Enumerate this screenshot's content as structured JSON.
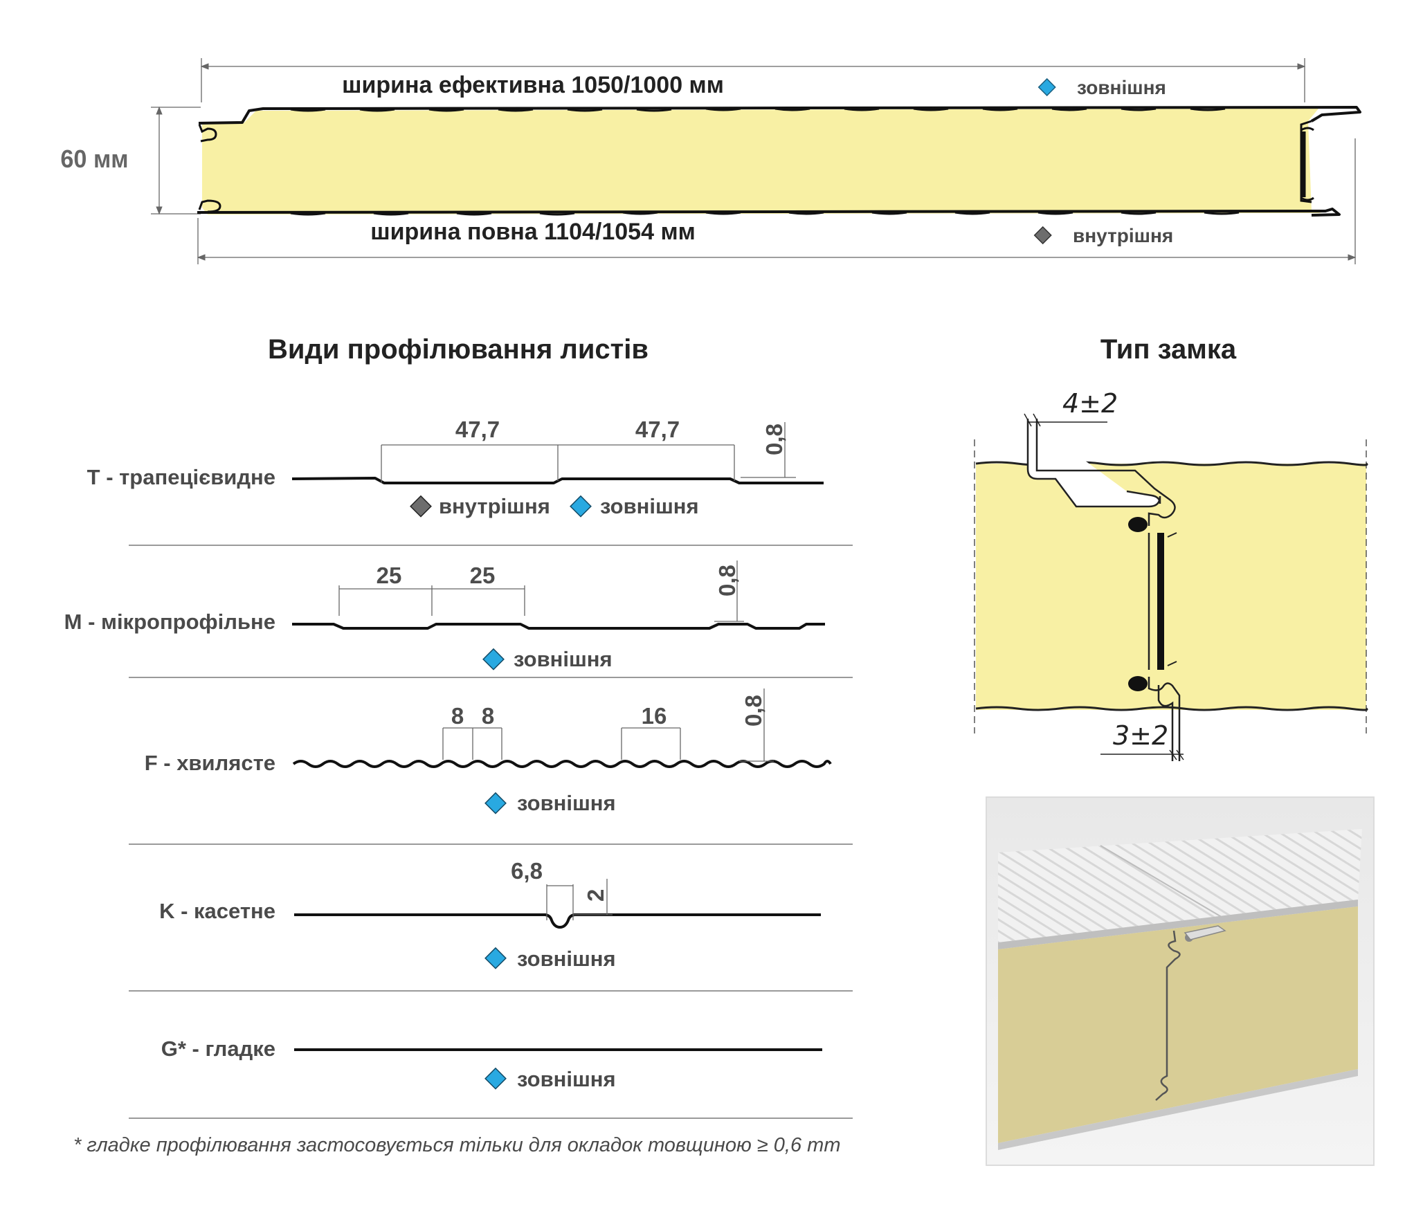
{
  "panel": {
    "height_label": "60 мм",
    "effective_width_label": "ширина ефективна 1050/1000 мм",
    "full_width_label": "ширина повна 1104/1054 мм",
    "legend_outer": "зовнішня",
    "legend_inner": "внутрішня"
  },
  "profiles_section": {
    "title": "Види профілювання листів",
    "items": [
      {
        "label": "T - трапецієвидне",
        "dims": [
          "47,7",
          "47,7",
          "0,8"
        ],
        "sides": [
          "внутрішня",
          "зовнішня"
        ]
      },
      {
        "label": "M - мікропрофільне",
        "dims": [
          "25",
          "25",
          "0,8"
        ],
        "sides": [
          "зовнішня"
        ]
      },
      {
        "label": "F - хвилясте",
        "dims": [
          "8",
          "8",
          "16",
          "0,8"
        ],
        "sides": [
          "зовнішня"
        ]
      },
      {
        "label": "K - касетне",
        "dims": [
          "6,8",
          "2"
        ],
        "sides": [
          "зовнішня"
        ]
      },
      {
        "label": "G* - гладке",
        "dims": [],
        "sides": [
          "зовнішня"
        ]
      }
    ],
    "footnote": "* гладке профілювання застосовується тільки для окладок товщиною ≥ 0,6 mm"
  },
  "lock_section": {
    "title": "Тип замка",
    "top_tolerance": "4±2",
    "bottom_tolerance": "3±2"
  },
  "colors": {
    "core": "#f8f0a4",
    "outer_marker": "#29a9e1",
    "inner_marker": "#6d6d6d",
    "photo_core": "#d8cd96"
  }
}
